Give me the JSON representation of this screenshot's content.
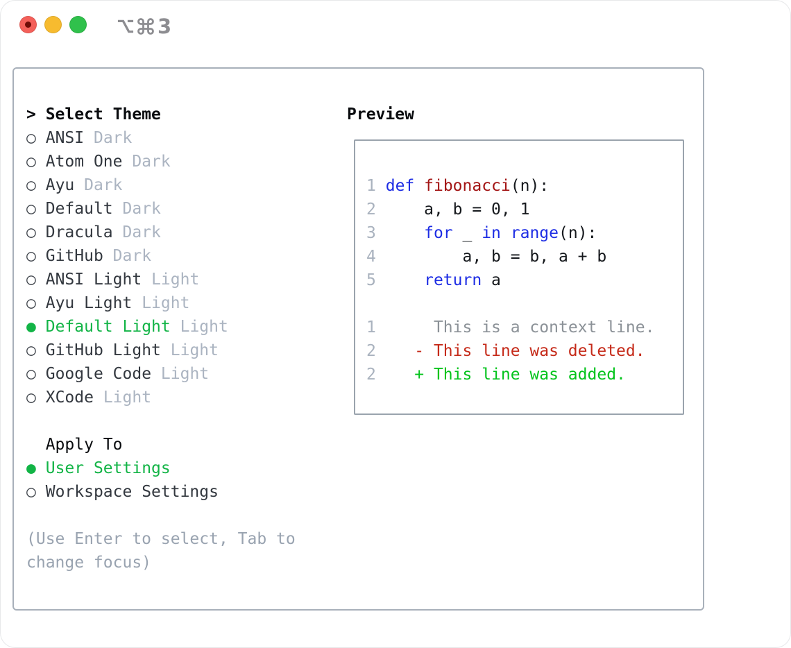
{
  "window": {
    "shortcut": {
      "modifiers": [
        "option",
        "command"
      ],
      "key": "3"
    },
    "traffic_lights": [
      {
        "name": "close",
        "color": "#f4605a"
      },
      {
        "name": "minimize",
        "color": "#f7bb2f"
      },
      {
        "name": "zoom",
        "color": "#30c14c"
      }
    ]
  },
  "theme_selector": {
    "title": "> Select Theme",
    "radio_unselected": "○",
    "radio_selected": "●",
    "items": [
      {
        "name": "ANSI",
        "variant": "Dark",
        "selected": false
      },
      {
        "name": "Atom One",
        "variant": "Dark",
        "selected": false
      },
      {
        "name": "Ayu",
        "variant": "Dark",
        "selected": false
      },
      {
        "name": "Default",
        "variant": "Dark",
        "selected": false
      },
      {
        "name": "Dracula",
        "variant": "Dark",
        "selected": false
      },
      {
        "name": "GitHub",
        "variant": "Dark",
        "selected": false
      },
      {
        "name": "ANSI Light",
        "variant": "Light",
        "selected": false
      },
      {
        "name": "Ayu Light",
        "variant": "Light",
        "selected": false
      },
      {
        "name": "Default Light",
        "variant": "Light",
        "selected": true
      },
      {
        "name": "GitHub Light",
        "variant": "Light",
        "selected": false
      },
      {
        "name": "Google Code",
        "variant": "Light",
        "selected": false
      },
      {
        "name": "XCode",
        "variant": "Light",
        "selected": false
      }
    ],
    "apply_to": {
      "title": "  Apply To",
      "options": [
        {
          "label": "User Settings",
          "selected": true
        },
        {
          "label": "Workspace Settings",
          "selected": false
        }
      ]
    },
    "hint_line1": "(Use Enter to select, Tab to",
    "hint_line2": "change focus)"
  },
  "preview": {
    "title": "Preview",
    "lines": [
      [
        {
          "t": "1",
          "c": "ln"
        },
        {
          "t": " ",
          "c": "pl"
        },
        {
          "t": "def",
          "c": "kw"
        },
        {
          "t": " ",
          "c": "pl"
        },
        {
          "t": "fibonacci",
          "c": "fn"
        },
        {
          "t": "(n):",
          "c": "pl"
        }
      ],
      [
        {
          "t": "2",
          "c": "ln"
        },
        {
          "t": "     a, b = 0, 1",
          "c": "pl"
        }
      ],
      [
        {
          "t": "3",
          "c": "ln"
        },
        {
          "t": "     ",
          "c": "pl"
        },
        {
          "t": "for",
          "c": "kw"
        },
        {
          "t": " _ ",
          "c": "pl"
        },
        {
          "t": "in",
          "c": "kw"
        },
        {
          "t": " ",
          "c": "pl"
        },
        {
          "t": "range",
          "c": "kw"
        },
        {
          "t": "(n):",
          "c": "pl"
        }
      ],
      [
        {
          "t": "4",
          "c": "ln"
        },
        {
          "t": "         a, b = b, a + b",
          "c": "pl"
        }
      ],
      [
        {
          "t": "5",
          "c": "ln"
        },
        {
          "t": "     ",
          "c": "pl"
        },
        {
          "t": "return",
          "c": "kw"
        },
        {
          "t": " a",
          "c": "pl"
        }
      ],
      [],
      [
        {
          "t": "1",
          "c": "ln"
        },
        {
          "t": "      ",
          "c": "pl"
        },
        {
          "t": "This is a context line.",
          "c": "ctx"
        }
      ],
      [
        {
          "t": "2",
          "c": "ln"
        },
        {
          "t": "    ",
          "c": "pl"
        },
        {
          "t": "- This line was deleted.",
          "c": "del"
        }
      ],
      [
        {
          "t": "2",
          "c": "ln"
        },
        {
          "t": "    ",
          "c": "pl"
        },
        {
          "t": "+ This line was added.",
          "c": "add"
        }
      ]
    ]
  },
  "colors": {
    "ink": "#0a0c0f",
    "name": "#33383f",
    "tag": "#abb4c1",
    "sel": "#12b446",
    "radio": "#42474e",
    "hint": "#99a3b0",
    "ln": "#a9b2be",
    "kw": "#1d2de4",
    "fn": "#a31515",
    "pl": "#15181c",
    "ctx": "#8b9197",
    "del": "#c52a19",
    "add": "#02c31b",
    "panel_border": "#a8b0ba",
    "preview_border": "#9aa3ad",
    "light_red": "#f4605a",
    "light_yellow": "#f7bb2f",
    "light_green": "#30c14c",
    "light_red_dot": "#6f0b06",
    "shortcut": "#8d8d91"
  }
}
